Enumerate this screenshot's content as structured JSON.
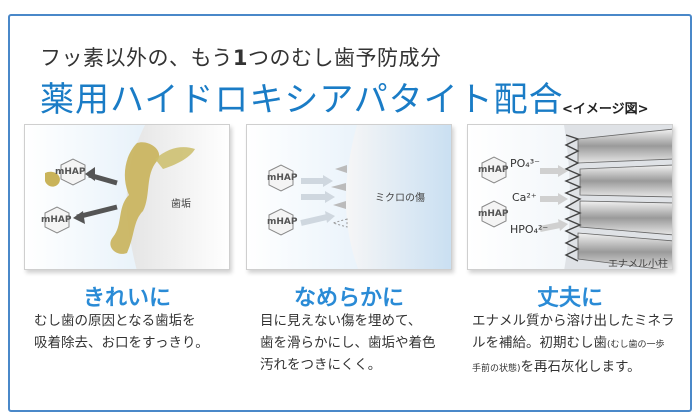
{
  "header": {
    "subtitle_pre": "フッ素以外の、もう",
    "subtitle_num": "1",
    "subtitle_post": "つのむし歯予防成分",
    "title": "薬用ハイドロキシアパタイト配合",
    "image_note": "<イメージ図>"
  },
  "panels": [
    {
      "hex_labels": [
        "mHAP",
        "mHAP"
      ],
      "annotation": "歯垢",
      "caption": "きれいに",
      "description_lines": [
        "むし歯の原因となる歯垢を",
        "吸着除去、お口をすっきり。"
      ]
    },
    {
      "hex_labels": [
        "mHAP",
        "mHAP"
      ],
      "annotation": "ミクロの傷",
      "caption": "なめらかに",
      "description_lines": [
        "目に見えない傷を埋めて、",
        "歯を滑らかにし、歯垢や着色",
        "汚れをつきにくく。"
      ]
    },
    {
      "hex_labels": [
        "mHAP",
        "mHAP"
      ],
      "ions": [
        "PO₄³⁻",
        "Ca²⁺",
        "HPO₄²⁻"
      ],
      "annotation": "エナメル小柱",
      "caption": "丈夫に",
      "description_lines": [
        "エナメル質から溶け出したミネラ",
        "ルを補給。初期むし歯"
      ],
      "description_small": "(むし歯の一歩",
      "description_small2": "手前の状態)",
      "description_tail": "を再石灰化します。"
    }
  ],
  "colors": {
    "border": "#4a88c9",
    "title_blue": "#1a7cc6",
    "caption_blue": "#2a8bd6",
    "plaque": "#c9b35a"
  }
}
